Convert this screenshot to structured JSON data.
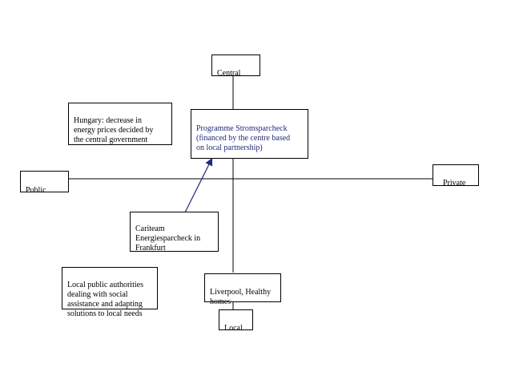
{
  "diagram": {
    "axes": {
      "top": "Central",
      "bottom": "Local",
      "left": "Public",
      "right": "Private"
    },
    "boxes": {
      "hungary": "Hungary: decrease in\nenergy prices decided by\nthe central government",
      "stromsparcheck": "Programme Stromsparcheck\n(financed by the centre  based\non local partnership)",
      "cariteam": "Cariteam\nEnergiesparcheck in\nFrankfurt",
      "local_authorities": "Local public authorities\ndealing with social\nassistance and adapting\nsolutions to local needs",
      "liverpool": "Liverpool, Healthy\nhomes"
    },
    "colors": {
      "line": "#000000",
      "arrow": "#1f2a7a",
      "highlight_text": "#1f2a7a"
    }
  }
}
